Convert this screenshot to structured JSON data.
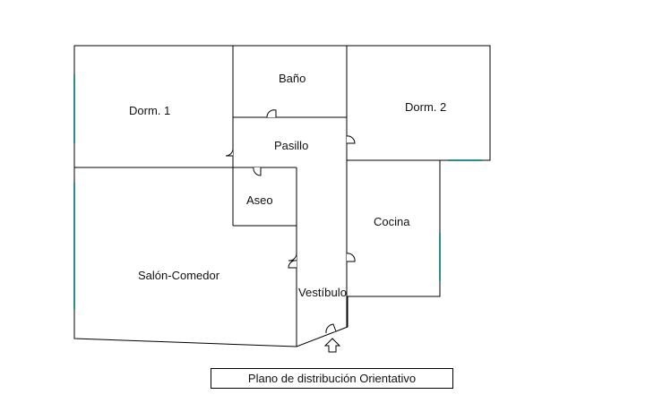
{
  "rooms": {
    "dorm1": "Dorm. 1",
    "bano": "Baño",
    "dorm2": "Dorm. 2",
    "pasillo": "Pasillo",
    "aseo": "Aseo",
    "cocina": "Cocina",
    "salon": "Salón-Comedor",
    "vestibulo": "Vestíbulo"
  },
  "caption": "Plano de distribución Orientativo",
  "colors": {
    "wall": "#000000",
    "window": "#2e8b8b"
  },
  "icons": {
    "entrance": "arrow-up-icon"
  }
}
